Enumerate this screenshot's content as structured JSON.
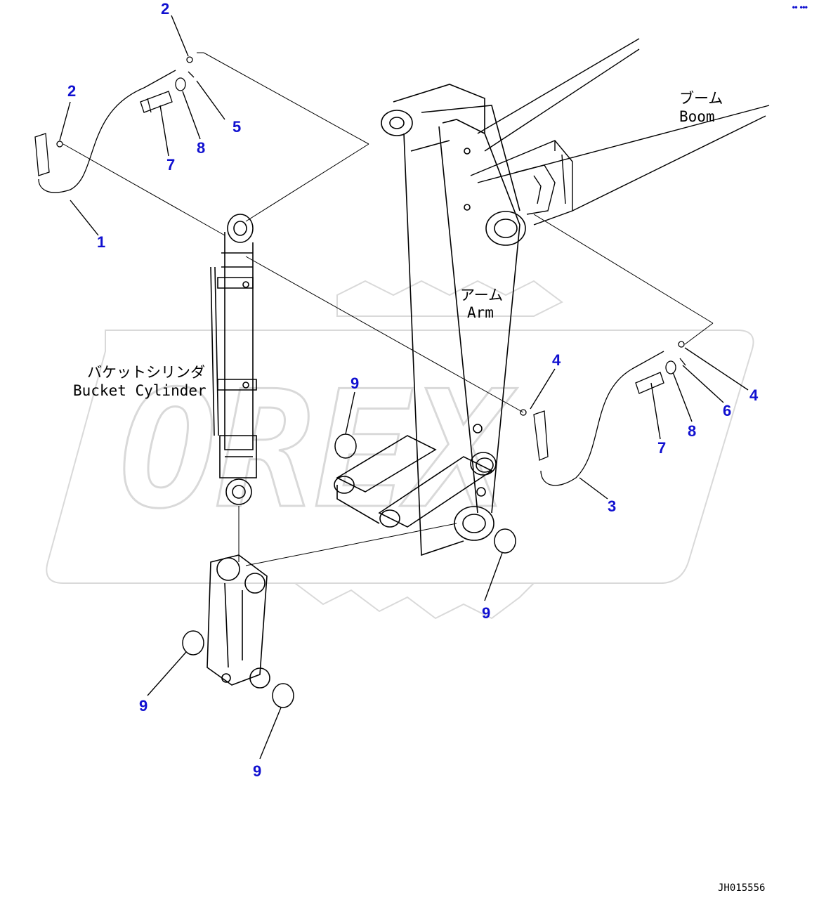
{
  "diagram": {
    "colors": {
      "line": "#000000",
      "callout": "#1010d0",
      "watermark": "#d9d9d9",
      "background": "#ffffff"
    },
    "watermark_text": "OREX",
    "labels": {
      "boom_jp": "ブーム",
      "boom_en": "Boom",
      "arm_jp": "アーム",
      "arm_en": "Arm",
      "bucket_cylinder_jp": "バケットシリンダ",
      "bucket_cylinder_en": "Bucket Cylinder"
    },
    "document_id": "JH015556",
    "corner_mark": "●● ●●●",
    "callouts": {
      "c2_top": "2",
      "c2_left": "2",
      "c5": "5",
      "c7_left": "7",
      "c8_left": "8",
      "c1": "1",
      "c4_mid": "4",
      "c4_right": "4",
      "c6": "6",
      "c7_right": "7",
      "c8_right": "8",
      "c3": "3",
      "c9_arm": "9",
      "c9_bottom_right": "9",
      "c9_link_left": "9",
      "c9_link_bottom": "9"
    }
  }
}
